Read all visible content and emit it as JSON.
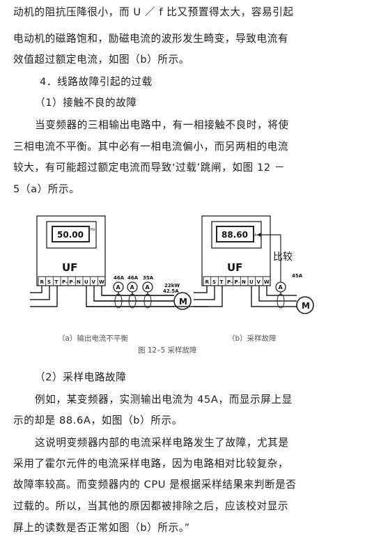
{
  "paragraphs": {
    "p1": [
      "动机的阻抗压降很小，而 U ／ f 比又预置得太大，容易引起",
      "电动机的磁路饱和，励磁电流的波形发生畸变，导致电流有",
      "效值超过额定电流，如图（b）所示。"
    ],
    "h4": "4．线路故障引起的过载",
    "h4_1": "（1）接触不良的故障",
    "p2": [
      "当变频器的三相输出电路中，有一相接触不良时，将使",
      "三相电流不平衡。其中必有一相电流偏小，而另两相的电流",
      "较大，有可能超过额定电流而导致‘过载’跳闸，如图 12 －",
      "5（a）所示。"
    ],
    "h4_2": "（2）采样电路故障",
    "p3": [
      "例如，某变频器，实测输出电流为 45A，而显示屏上显",
      "示的却是 88.6A，如图（b）所示。"
    ],
    "p4": [
      "这说明变频器内部的电流采样电路发生了故障，尤其是",
      "采用了霍尔元件的电流采样电路，因为电路相对比较复杂，",
      "故障率较高。而变频器内的 CPU 是根据采样结果来判断是否",
      "过载的。所以，当其他的原因都被排除之后，应该校对显示",
      "屏上的读数是否正常如图（b）所示。”"
    ]
  },
  "figure": {
    "a": {
      "display": "50.00",
      "unit": "Hz",
      "label": "UF",
      "terminals": [
        "R",
        "S",
        "T",
        "P₊",
        "P₋",
        "N",
        "U",
        "V",
        "W"
      ],
      "meters": [
        "46A",
        "46A",
        "35A"
      ],
      "meter_symbol": "A",
      "motor_rating": [
        "22kW",
        "42.5A"
      ],
      "motor_symbol": "M",
      "caption": "（a）输出电流不平衡"
    },
    "b": {
      "display": "88.60",
      "unit": "A",
      "label": "UF",
      "terminals": [
        "R",
        "S",
        "T",
        "P₊",
        "P₋",
        "N",
        "U",
        "V",
        "W"
      ],
      "compare_label": "比较",
      "meter": "45A",
      "meter_symbol": "A",
      "motor_symbol": "M",
      "caption": "（b）采样故障"
    },
    "title": "图 12–5 采样故障"
  }
}
